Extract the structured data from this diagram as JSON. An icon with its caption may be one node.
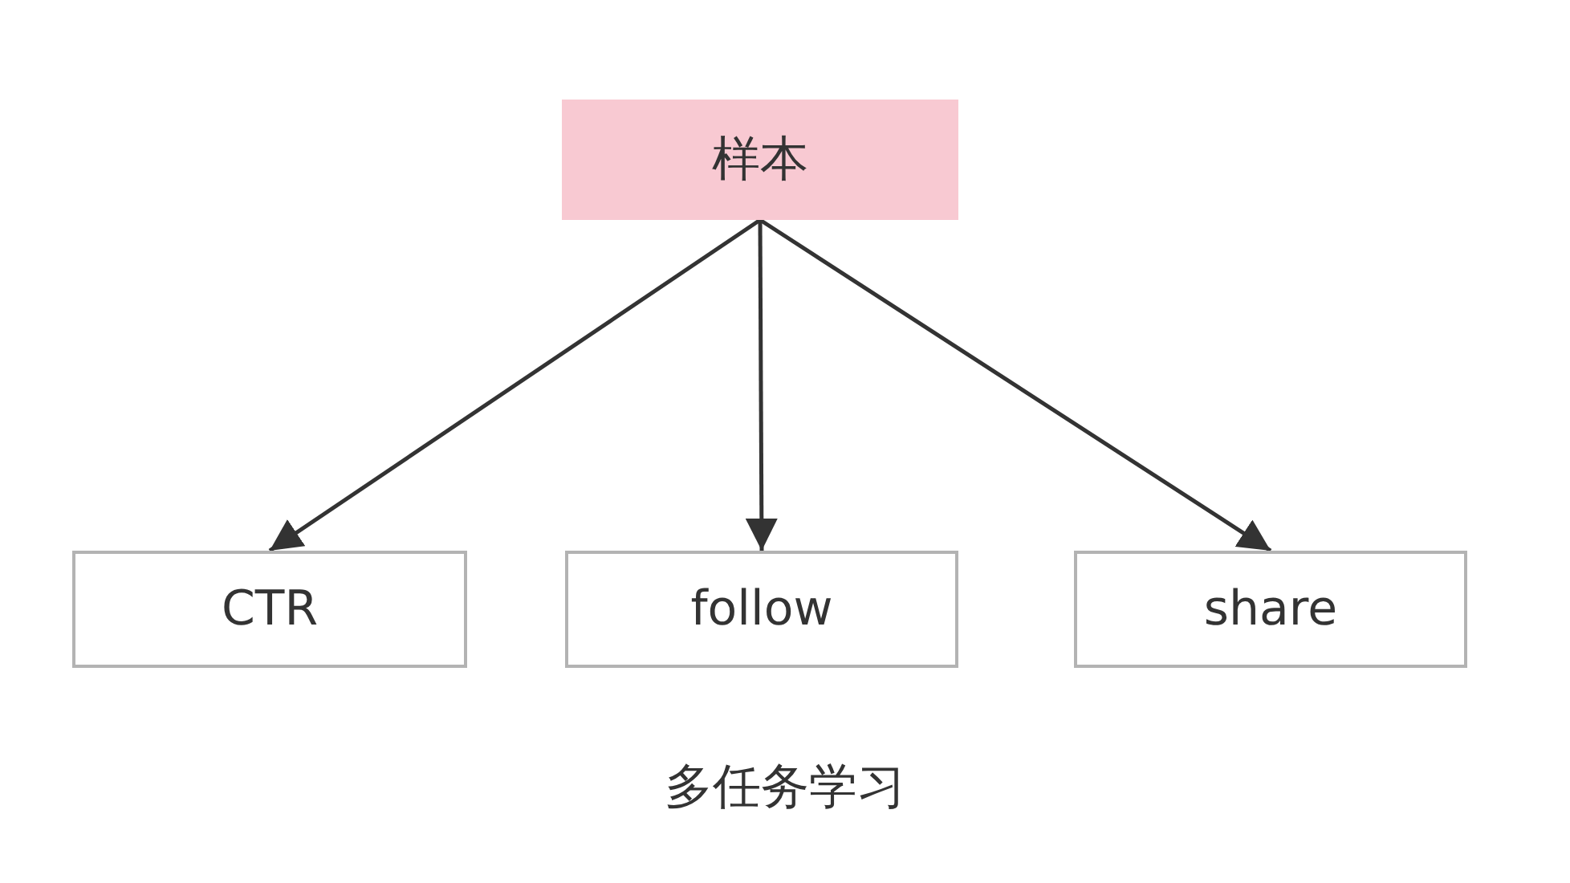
{
  "diagram": {
    "caption": "多任务学习",
    "nodes": [
      {
        "text": [
          "样本"
        ]
      },
      {
        "text": [
          "CTR"
        ]
      },
      {
        "text": [
          "follow"
        ]
      },
      {
        "text": [
          "share"
        ]
      }
    ],
    "edges": [
      {
        "from": 0,
        "to": 1,
        "arrow": "to"
      },
      {
        "from": 0,
        "to": 2,
        "arrow": "to"
      },
      {
        "from": 0,
        "to": 3,
        "arrow": "to"
      }
    ]
  }
}
